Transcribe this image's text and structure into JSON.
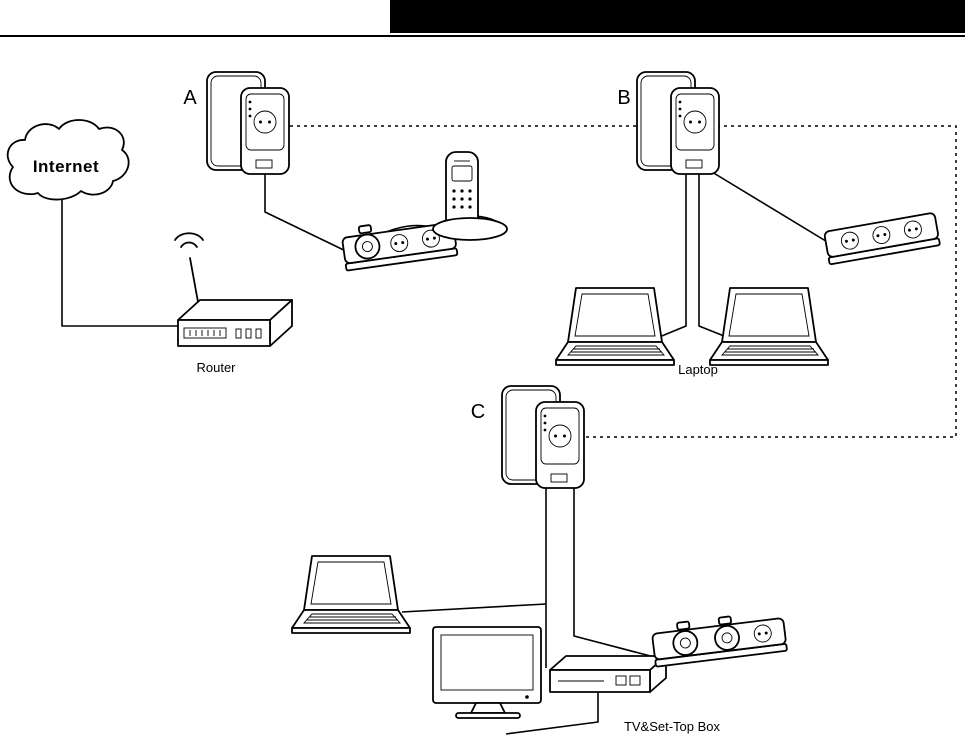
{
  "header": {
    "bar_color": "#000000"
  },
  "labels": {
    "internet": "Internet",
    "zone_a": "A",
    "zone_b": "B",
    "zone_c": "C",
    "router": "Router",
    "laptop": "Laptop",
    "tv_set_top_box": "TV&Set-Top Box"
  },
  "diagram": {
    "type": "powerline-network-topology",
    "stroke_color": "#000000",
    "background": "#ffffff",
    "link_styles": {
      "powerline_backbone": "dotted",
      "device_cable": "solid"
    }
  }
}
